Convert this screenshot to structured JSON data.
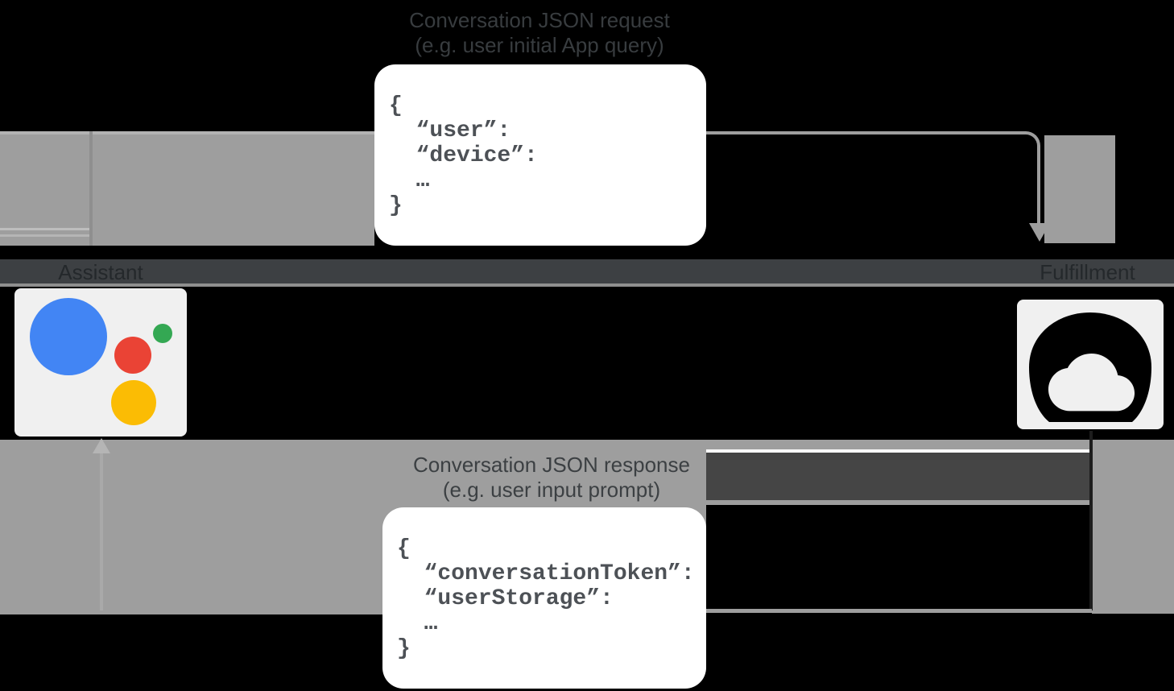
{
  "labels": {
    "request_title": "Conversation JSON request",
    "request_subtitle": "(e.g. user initial App query)",
    "response_title": "Conversation JSON response",
    "response_subtitle": "(e.g. user input prompt)",
    "left_actor": "Assistant",
    "right_actor": "Fulfillment"
  },
  "request_json": {
    "lines": [
      "{",
      "  “user”:",
      "  “device”:",
      "  …",
      "}"
    ]
  },
  "response_json": {
    "lines": [
      "{",
      "  “conversationToken”:",
      "  “userStorage”:",
      "  …",
      "}"
    ]
  },
  "icons": {
    "left": "google-assistant-logo",
    "right": "cloud-fulfillment-icon"
  },
  "colors": {
    "assistant_blue": "#4285F4",
    "assistant_red": "#EA4335",
    "assistant_green": "#34A853",
    "assistant_yellow": "#FBBC04",
    "selection_gray": "#9e9e9e",
    "band_dark": "#3d4043",
    "code_text": "#4d5156",
    "background": "#000000"
  }
}
